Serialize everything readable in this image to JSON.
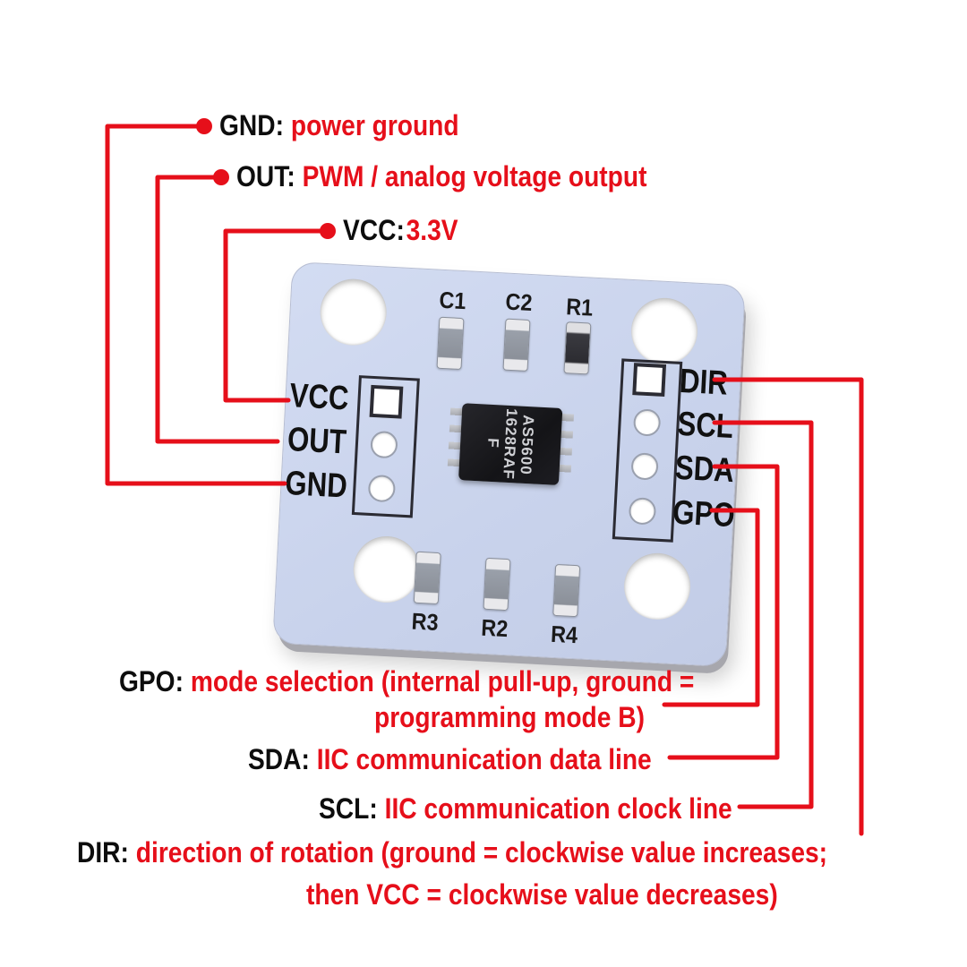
{
  "colors": {
    "accent_red": "#e60f1a",
    "board_blue": "#ccd6ee",
    "text_black": "#0d0d0d"
  },
  "callouts": {
    "gnd": {
      "label": "GND:",
      "desc": "power ground"
    },
    "out": {
      "label": "OUT:",
      "desc": "PWM / analog voltage output"
    },
    "vcc": {
      "label": "VCC:",
      "desc": "3.3V"
    },
    "gpo": {
      "label": "GPO:",
      "desc1": "mode selection (internal pull-up, ground =",
      "desc2": "programming mode B)"
    },
    "sda": {
      "label": "SDA:",
      "desc": "IIC communication data line"
    },
    "scl": {
      "label": "SCL:",
      "desc": "IIC communication clock line"
    },
    "dir": {
      "label": "DIR:",
      "desc1": "direction of rotation (ground = clockwise value increases;",
      "desc2": "then VCC = clockwise value decreases)"
    }
  },
  "board": {
    "top_components": [
      "C1",
      "C2",
      "R1"
    ],
    "bottom_components": [
      "R3",
      "R2",
      "R4"
    ],
    "left_pins": [
      "VCC",
      "OUT",
      "GND"
    ],
    "right_pins": [
      "DIR",
      "SCL",
      "SDA",
      "GPO"
    ],
    "ic": {
      "line1": "AS5600",
      "line2": "1628RAF",
      "line3": "F"
    }
  }
}
